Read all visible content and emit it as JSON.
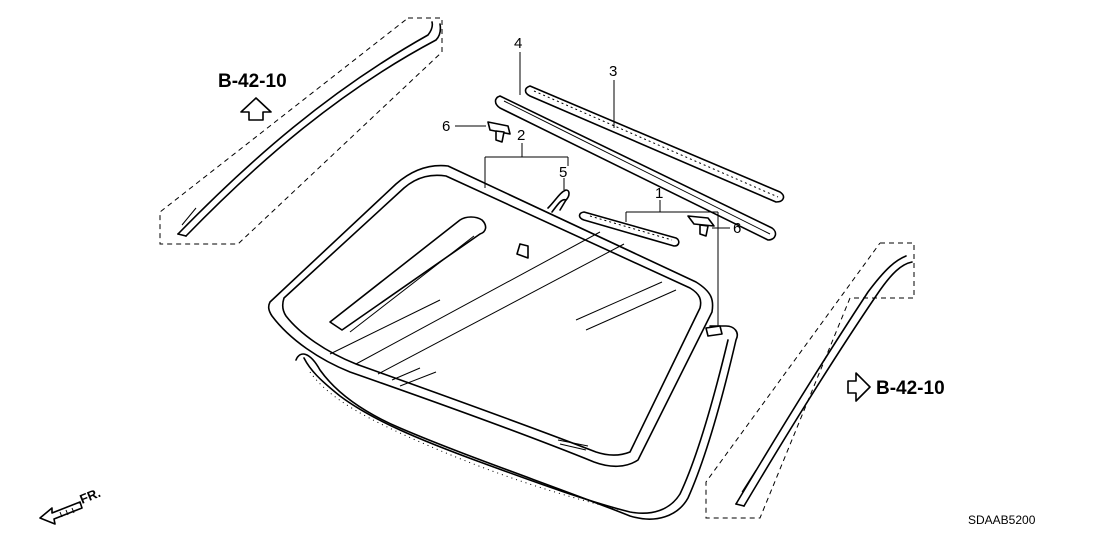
{
  "references": {
    "upper_left": "B-42-10",
    "right": "B-42-10"
  },
  "callouts": {
    "part_1": "1",
    "part_2": "2",
    "part_3": "3",
    "part_4": "4",
    "part_5": "5",
    "part_6_left": "6",
    "part_6_right": "6"
  },
  "direction_marker": "FR.",
  "diagram_code": "SDAAB5200"
}
